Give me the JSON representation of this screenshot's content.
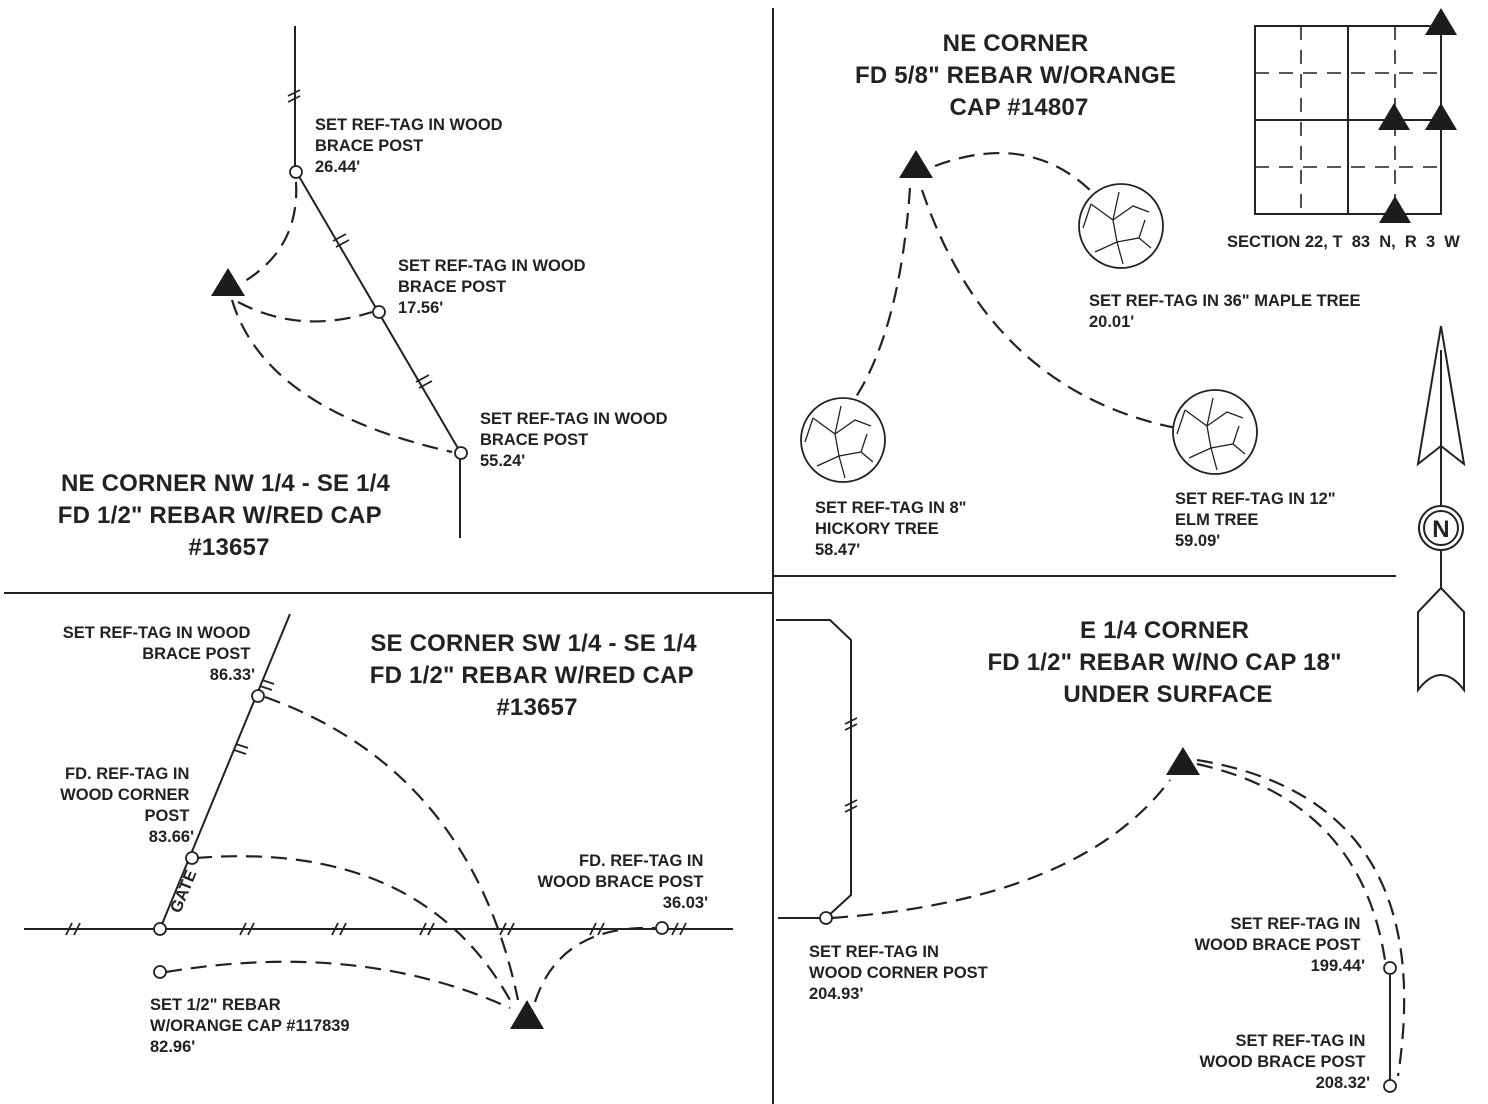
{
  "panels": {
    "nw": {
      "title": [
        "NE CORNER NW 1/4 - SE 1/4",
        "FD 1/2\" REBAR W/RED CAP",
        "#13657"
      ],
      "ref1": [
        "SET REF-TAG IN WOOD",
        "BRACE POST",
        "26.44'"
      ],
      "ref2": [
        "SET REF-TAG IN WOOD",
        "BRACE POST",
        "17.56'"
      ],
      "ref3": [
        "SET REF-TAG IN WOOD",
        "BRACE POST",
        "55.24'"
      ]
    },
    "ne": {
      "title": [
        "NE CORNER",
        "FD 5/8\" REBAR W/ORANGE",
        "CAP #14807"
      ],
      "maple": [
        "SET REF-TAG IN 36\" MAPLE TREE",
        "20.01'"
      ],
      "hickory": [
        "SET REF-TAG IN 8\"",
        "HICKORY TREE",
        "58.47'"
      ],
      "elm": [
        "SET REF-TAG IN 12\"",
        "ELM TREE",
        "59.09'"
      ]
    },
    "section": {
      "label": "SECTION 22, T  83  N,  R  3  W"
    },
    "sw": {
      "title": [
        "SE CORNER SW 1/4 - SE 1/4",
        "FD 1/2\" REBAR W/RED CAP",
        "#13657"
      ],
      "ref1": [
        "SET REF-TAG IN WOOD",
        "BRACE POST",
        "86.33'"
      ],
      "ref2": [
        "FD. REF-TAG IN",
        "WOOD CORNER",
        "POST",
        "83.66'"
      ],
      "ref3": [
        "FD. REF-TAG IN",
        "WOOD BRACE POST",
        "36.03'"
      ],
      "ref4": [
        "SET 1/2\" REBAR",
        "W/ORANGE CAP #117839",
        "82.96'"
      ],
      "gate": "GATE"
    },
    "se": {
      "title": [
        "E 1/4 CORNER",
        "FD 1/2\" REBAR W/NO CAP 18\"",
        "UNDER SURFACE"
      ],
      "ref1": [
        "SET REF-TAG IN",
        "WOOD CORNER POST",
        "204.93'"
      ],
      "ref2": [
        "SET REF-TAG IN",
        "WOOD BRACE POST",
        "199.44'"
      ],
      "ref3": [
        "SET REF-TAG IN",
        "WOOD BRACE POST",
        "208.32'"
      ]
    }
  },
  "north_arrow": {
    "letter": "N"
  }
}
